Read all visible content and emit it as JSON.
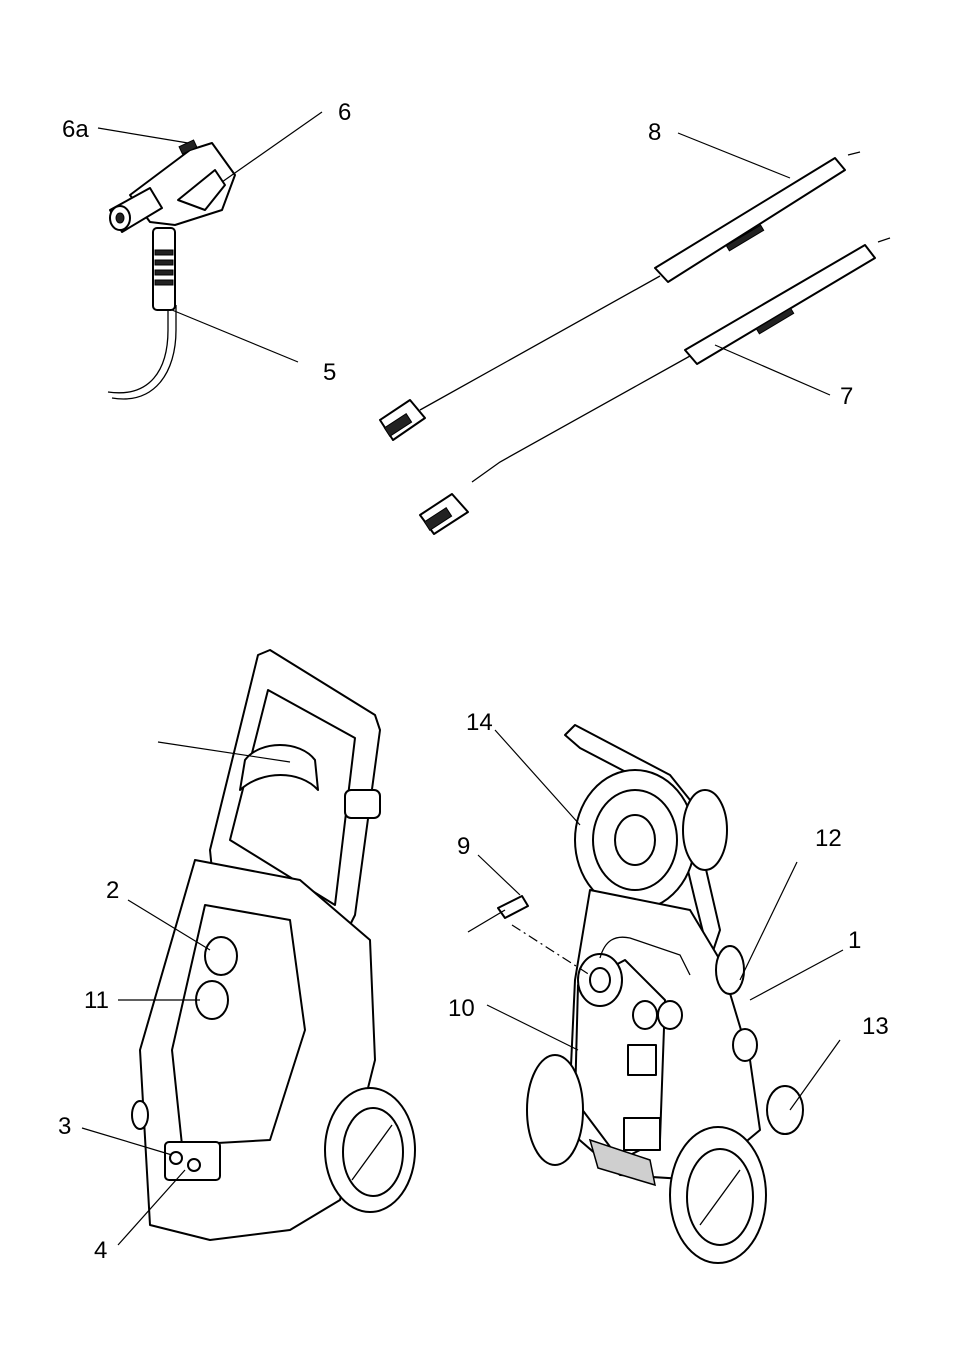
{
  "callouts": [
    {
      "id": "6a",
      "text": "6a"
    },
    {
      "id": "6",
      "text": "6"
    },
    {
      "id": "5",
      "text": "5"
    },
    {
      "id": "8",
      "text": "8"
    },
    {
      "id": "7",
      "text": "7"
    },
    {
      "id": "14",
      "text": "14"
    },
    {
      "id": "9",
      "text": "9"
    },
    {
      "id": "12",
      "text": "12"
    },
    {
      "id": "1",
      "text": "1"
    },
    {
      "id": "10",
      "text": "10"
    },
    {
      "id": "13",
      "text": "13"
    },
    {
      "id": "2",
      "text": "2"
    },
    {
      "id": "11",
      "text": "11"
    },
    {
      "id": "3",
      "text": "3"
    },
    {
      "id": "4",
      "text": "4"
    }
  ]
}
